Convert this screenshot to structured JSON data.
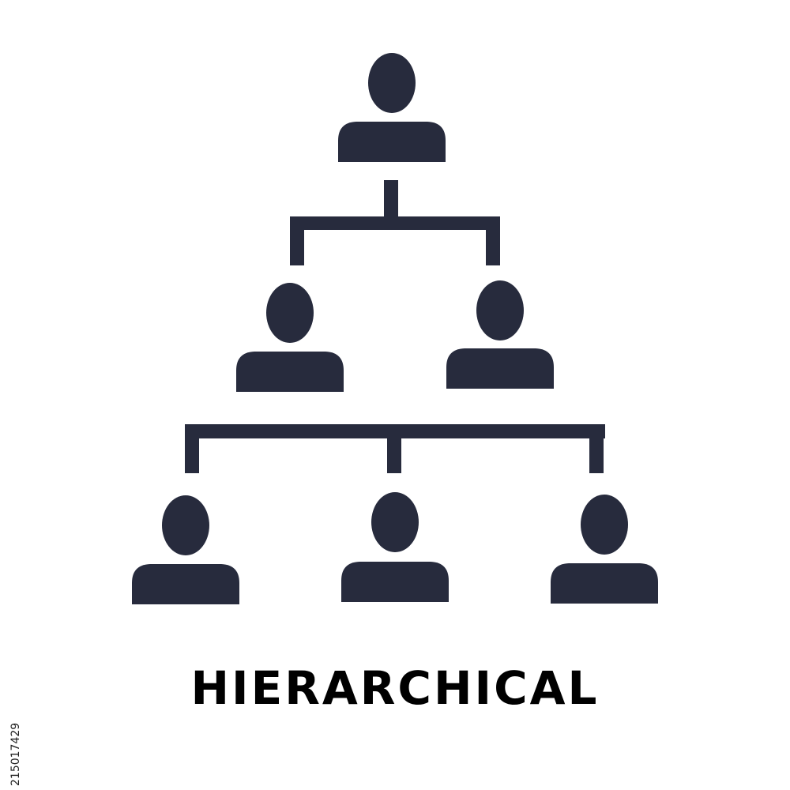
{
  "caption": "HIERARCHICAL",
  "stock_id": "215017429",
  "colors": {
    "icon": "#272b3d",
    "background": "#ffffff",
    "caption": "#000000"
  },
  "diagram": {
    "levels": [
      {
        "level": 1,
        "icon": "person-icon",
        "count": 1
      },
      {
        "level": 2,
        "icon": "person-icon",
        "count": 2
      },
      {
        "level": 3,
        "icon": "person-icon",
        "count": 3
      }
    ]
  }
}
